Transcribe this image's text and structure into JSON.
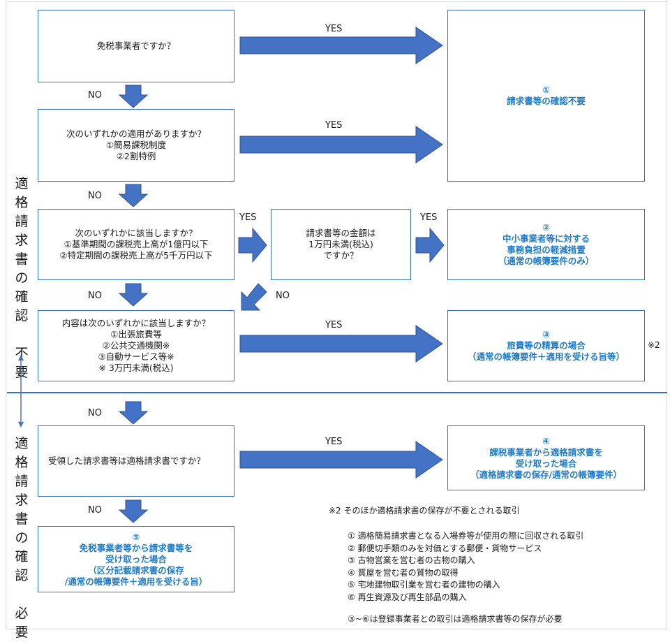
{
  "side_labels": {
    "top": [
      "適",
      "格",
      "請",
      "求",
      "書",
      "の",
      "確",
      "認",
      "",
      "不",
      "要"
    ],
    "bottom": [
      "適",
      "格",
      "請",
      "求",
      "書",
      "の",
      "確",
      "認",
      "",
      "必",
      "要"
    ]
  },
  "questions": {
    "q1": [
      "免税事業者ですか？"
    ],
    "q2": [
      "次のいずれかの適用がありますか？",
      "①簡易課税制度",
      "②2割特例"
    ],
    "q3": [
      "次のいずれかに該当しますか？",
      "①基準期間の課税売上高が1億円以下",
      "②特定期間の課税売上高が5千万円以下"
    ],
    "q3b": [
      "請求書等の金額は",
      "1万円未満(税込)",
      "ですか？"
    ],
    "q4": [
      "内容は次のいずれかに該当しますか？",
      "①出張旅費等",
      "②公共交通機関※",
      "③自動サービス等※",
      "※ 3万円未満(税込)"
    ],
    "q5": [
      "受領した請求書等は適格請求書ですか？"
    ]
  },
  "results": {
    "r1": [
      "①",
      "請求書等の確認不要"
    ],
    "r2": [
      "②",
      "中小事業者等に対する",
      "事務負担の軽減措置",
      "（通常の帳簿要件のみ）"
    ],
    "r3": [
      "③",
      "旅費等の精算の場合",
      "（通常の帳簿要件＋適用を受ける旨等）"
    ],
    "r4": [
      "④",
      "課税事業者から適格請求書を",
      "受け取った場合",
      "（適格請求書の保存/通常の帳簿要件）"
    ],
    "r5": [
      "⑤",
      "免税事業者等から請求書等を",
      "受け取った場合",
      "（区分記載請求書の保存",
      "/通常の帳簿要件＋適用を受ける旨）"
    ]
  },
  "labels": {
    "yes": "YES",
    "no": "NO",
    "note_mark": "※2"
  },
  "notes": {
    "title": "※2  そのほか適格請求書の保存が不要とされる取引",
    "items": [
      "① 適格簡易請求書となる入場券等が使用の際に回収される取引",
      "② 郵便切手類のみを対価とする郵便・貨物サービス",
      "③ 古物営業を営む者の古物の購入",
      "④ 質屋を営む者の質物の取得",
      "⑤ 宅地建物取引業を営む者の建物の購入",
      "⑥ 再生資源及び再生部品の購入"
    ],
    "footer": "③~⑥は登録事業者との取引は適格請求書等の保存が必要"
  },
  "colors": {
    "accent": "#4472c4",
    "border": "#2e75b6",
    "result_text": "#1f7ac8"
  }
}
